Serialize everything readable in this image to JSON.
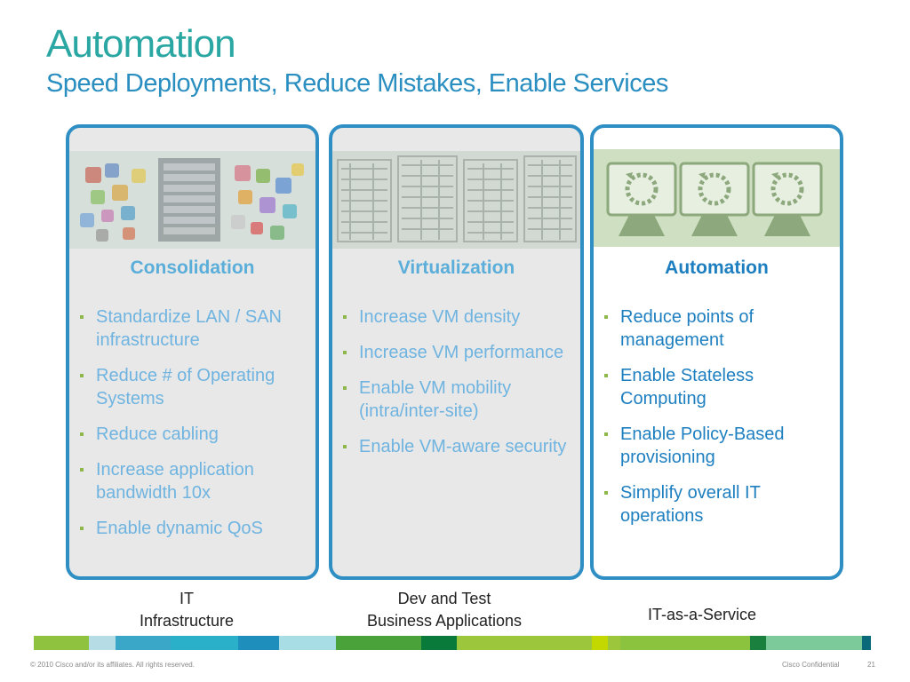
{
  "title": "Automation",
  "subtitle": "Speed Deployments, Reduce Mistakes, Enable Services",
  "panels": [
    {
      "heading": "Consolidation",
      "bullets": [
        "Standardize LAN / SAN infrastructure",
        "Reduce # of Operating Systems",
        "Reduce cabling",
        "Increase application bandwidth 10x",
        "Enable dynamic QoS"
      ],
      "caption": [
        "IT",
        "Infrastructure"
      ]
    },
    {
      "heading": "Virtualization",
      "bullets": [
        "Increase VM density",
        "Increase VM performance",
        "Enable VM mobility (intra/inter-site)",
        "Enable VM-aware security"
      ],
      "caption": [
        "Dev and Test",
        "Business Applications"
      ]
    },
    {
      "heading": "Automation",
      "bullets": [
        "Reduce points of management",
        "Enable Stateless Computing",
        "Enable Policy-Based provisioning",
        "Simplify overall IT operations"
      ],
      "caption": [
        "IT-as-a-Service"
      ]
    }
  ],
  "footer": {
    "copyright": "© 2010 Cisco and/or its affiliates. All rights reserved.",
    "confidential": "Cisco Confidential",
    "page_number": "21"
  },
  "colors": {
    "title": "#2aa7a3",
    "subtitle": "#2a8fc0",
    "panel_border": "#2f8fc4",
    "strip": [
      "#8fc23f",
      "#b6dde6",
      "#3aa7c8",
      "#2ab0c9",
      "#1e8fbd",
      "#a9dde6",
      "#4aa33a",
      "#0a7a3a",
      "#9cc63b",
      "#c3d700",
      "#19803d",
      "#7cc99a",
      "#0a6a7a"
    ]
  }
}
